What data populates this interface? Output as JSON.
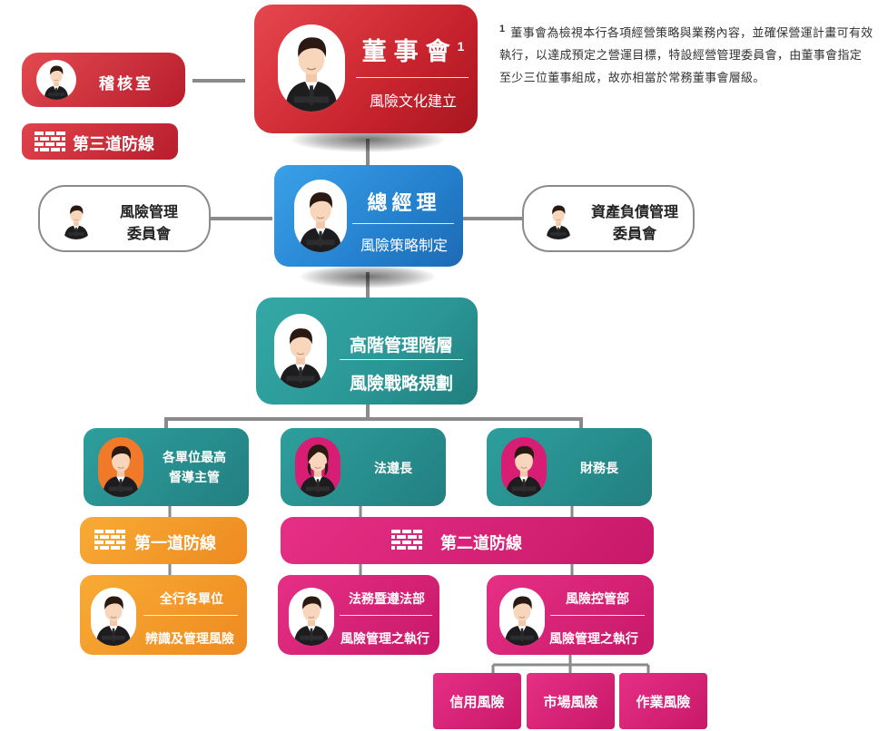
{
  "colors": {
    "red": "#d2303c",
    "blue": "#2e86d6",
    "teal": "#2a9796",
    "orange": "#f39a2a",
    "magenta": "#d81e74",
    "line": "#8a8a8a"
  },
  "board": {
    "title": "董事會",
    "sup": "1",
    "subtitle": "風險文化建立"
  },
  "audit": {
    "label": "稽核室",
    "line3": "第三道防線"
  },
  "gm": {
    "title": "總經理",
    "subtitle": "風險策略制定"
  },
  "risk_committee": {
    "line1": "風險管理",
    "line2": "委員會"
  },
  "alco": {
    "line1": "資產負債管理",
    "line2": "委員會"
  },
  "senior": {
    "title": "高階管理階層",
    "subtitle": "風險戰略規劃"
  },
  "unit_heads": {
    "line1": "各單位最高",
    "line2": "督導主管"
  },
  "compliance_head": {
    "label": "法遵長"
  },
  "cfo": {
    "label": "財務長"
  },
  "line1_defense": {
    "label": "第一道防線"
  },
  "line2_defense": {
    "label": "第二道防線"
  },
  "all_units": {
    "title": "全行各單位",
    "subtitle": "辨識及管理風險"
  },
  "legal_dept": {
    "title": "法務暨遵法部",
    "subtitle": "風險管理之執行"
  },
  "risk_dept": {
    "title": "風險控管部",
    "subtitle": "風險管理之執行"
  },
  "risks": [
    "信用風險",
    "市場風險",
    "作業風險"
  ],
  "note": {
    "marker": "1",
    "text": "董事會為檢視本行各項經營策略與業務內容，並確保營運計畫可有效執行，以達成預定之營運目標，特設經營管理委員會，由董事會指定至少三位董事組成，故亦相當於常務董事會層級。"
  },
  "icons": {
    "person": "businessman-avatar-icon",
    "person_female": "businesswoman-avatar-icon",
    "wall": "brick-wall-icon"
  }
}
